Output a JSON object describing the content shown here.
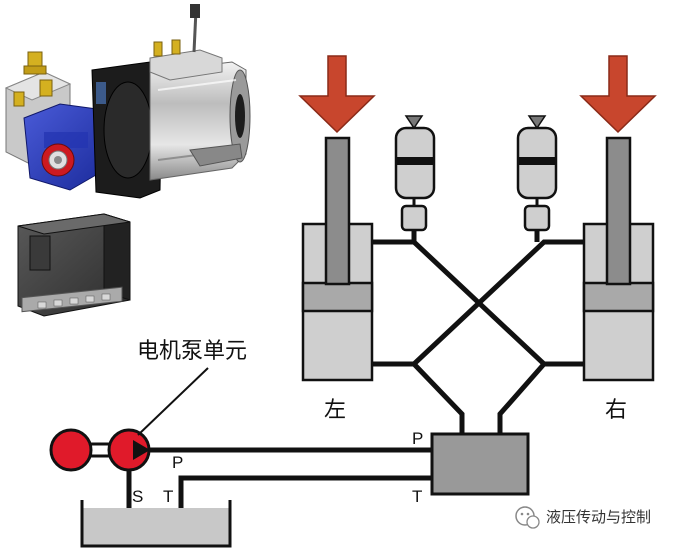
{
  "labels": {
    "motor_pump_unit": "电机泵单元",
    "left": "左",
    "right": "右",
    "pump_P": "P",
    "tank_S": "S",
    "tank_T": "T",
    "valve_P": "P",
    "valve_T": "T"
  },
  "watermark": {
    "icon": "wechat-icon",
    "text": "液压传动与控制"
  },
  "colors": {
    "load_arrow": "#c8462d",
    "pump": "#e01a2a",
    "cylinder_body": "#cfcfcf",
    "piston": "#a9a9a9",
    "rod": "#8c8c8c",
    "valve_block": "#999999",
    "tank_fluid": "#c8c8c8"
  },
  "icons": {
    "product_image_motor_pump": "motor-pump-illustration",
    "product_image_controller": "controller-illustration"
  }
}
